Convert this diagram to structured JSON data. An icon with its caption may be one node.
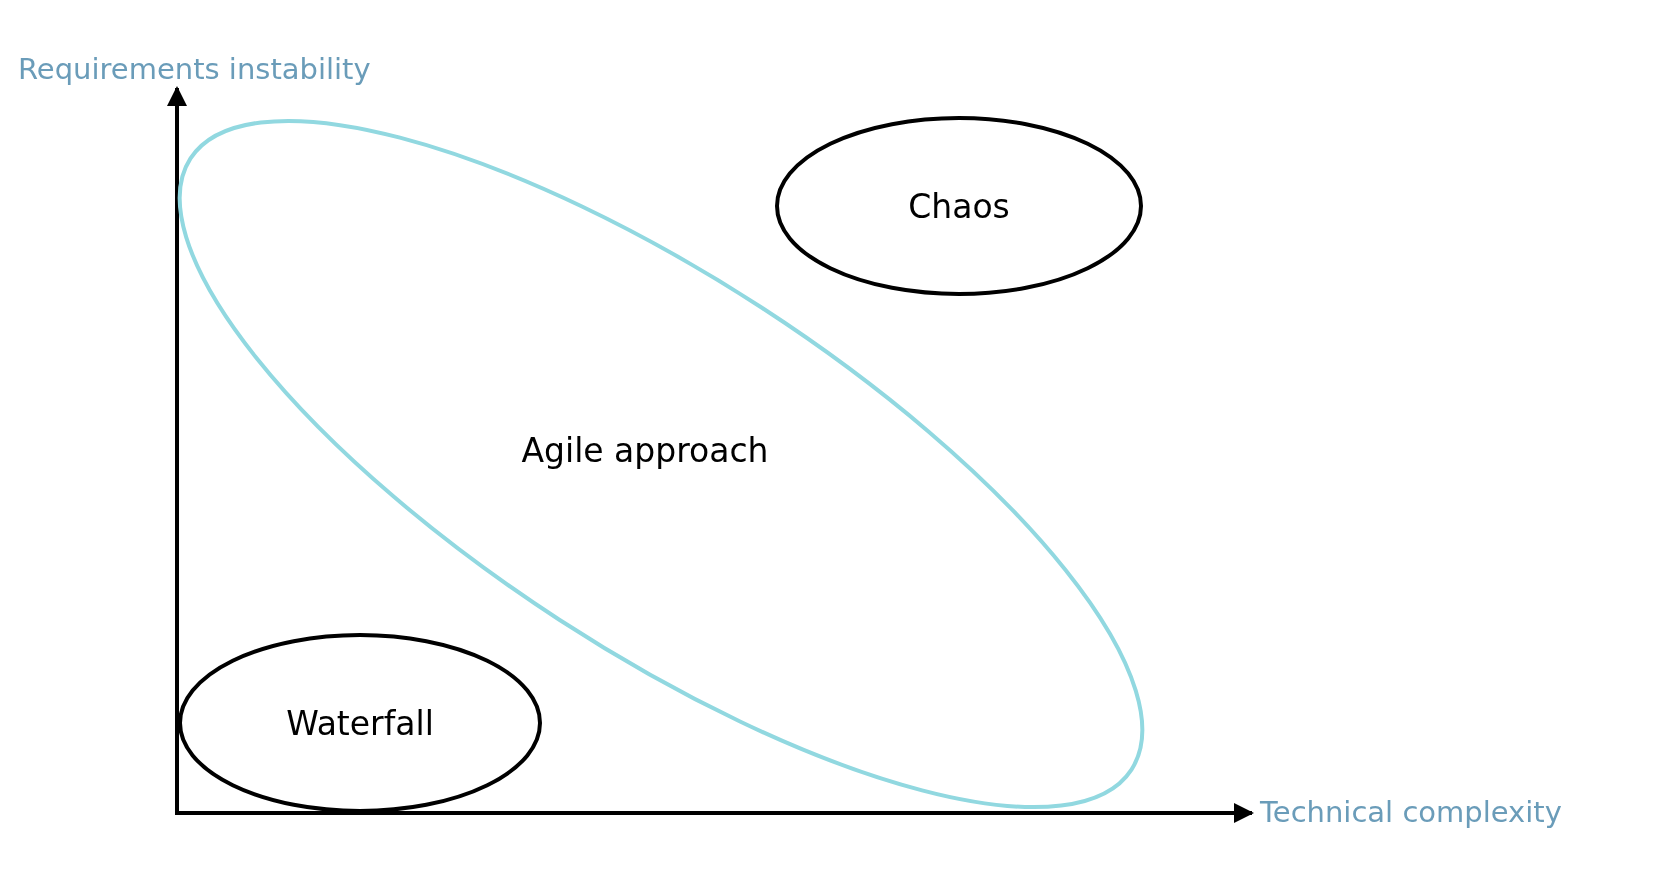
{
  "diagram": {
    "nodes": [
      {
        "text": [
          "Agile approach"
        ]
      },
      {
        "text": [
          "Chaos"
        ]
      },
      {
        "text": [
          "Waterfall"
        ]
      }
    ],
    "labels": [
      "Requirements instability",
      "Technical complexity"
    ]
  }
}
